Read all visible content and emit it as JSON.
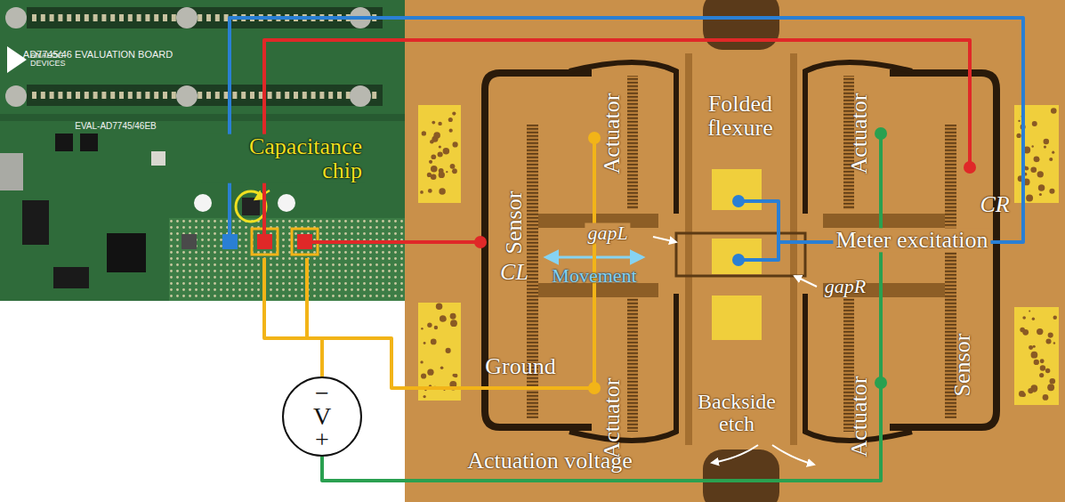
{
  "diagram": {
    "nodes": [
      {
        "text": [
          "−",
          "V",
          "+"
        ]
      }
    ],
    "labels": [
      "AD7745/46 EVALUATION BOARD",
      "EVAL-AD7745/46EB",
      "ANALOG DEVICES",
      "Capacitance chip",
      "Sensor",
      "Actuator",
      "Folded flexure",
      "Actuator",
      "gapL",
      "CL",
      "Movement",
      "gapR",
      "Meter excitation",
      "CR",
      "Sensor",
      "Actuator",
      "Ground",
      "Backside etch",
      "Actuator",
      "Actuation voltage"
    ]
  }
}
